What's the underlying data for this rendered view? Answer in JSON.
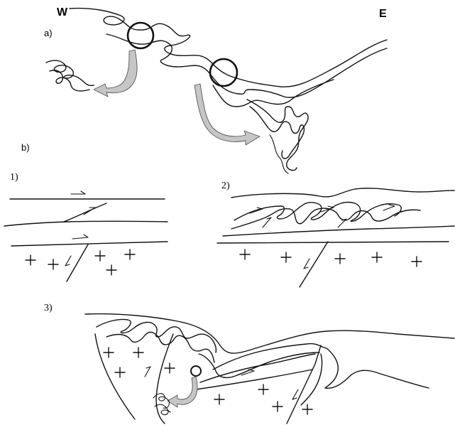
{
  "labels": {
    "west": "W",
    "east": "E",
    "panel_a": "a)",
    "panel_b": "b)",
    "panel_1": "1)",
    "panel_2": "2)",
    "panel_3": "3)"
  },
  "colors": {
    "line": "#111111",
    "arrow_fill": "#c6c6c6",
    "arrow_stroke": "#555555",
    "background": "#ffffff"
  },
  "icons": {
    "shear_sense": "half-arrow",
    "basement": "plus-sign",
    "zoom": "circle-with-curved-arrow"
  }
}
